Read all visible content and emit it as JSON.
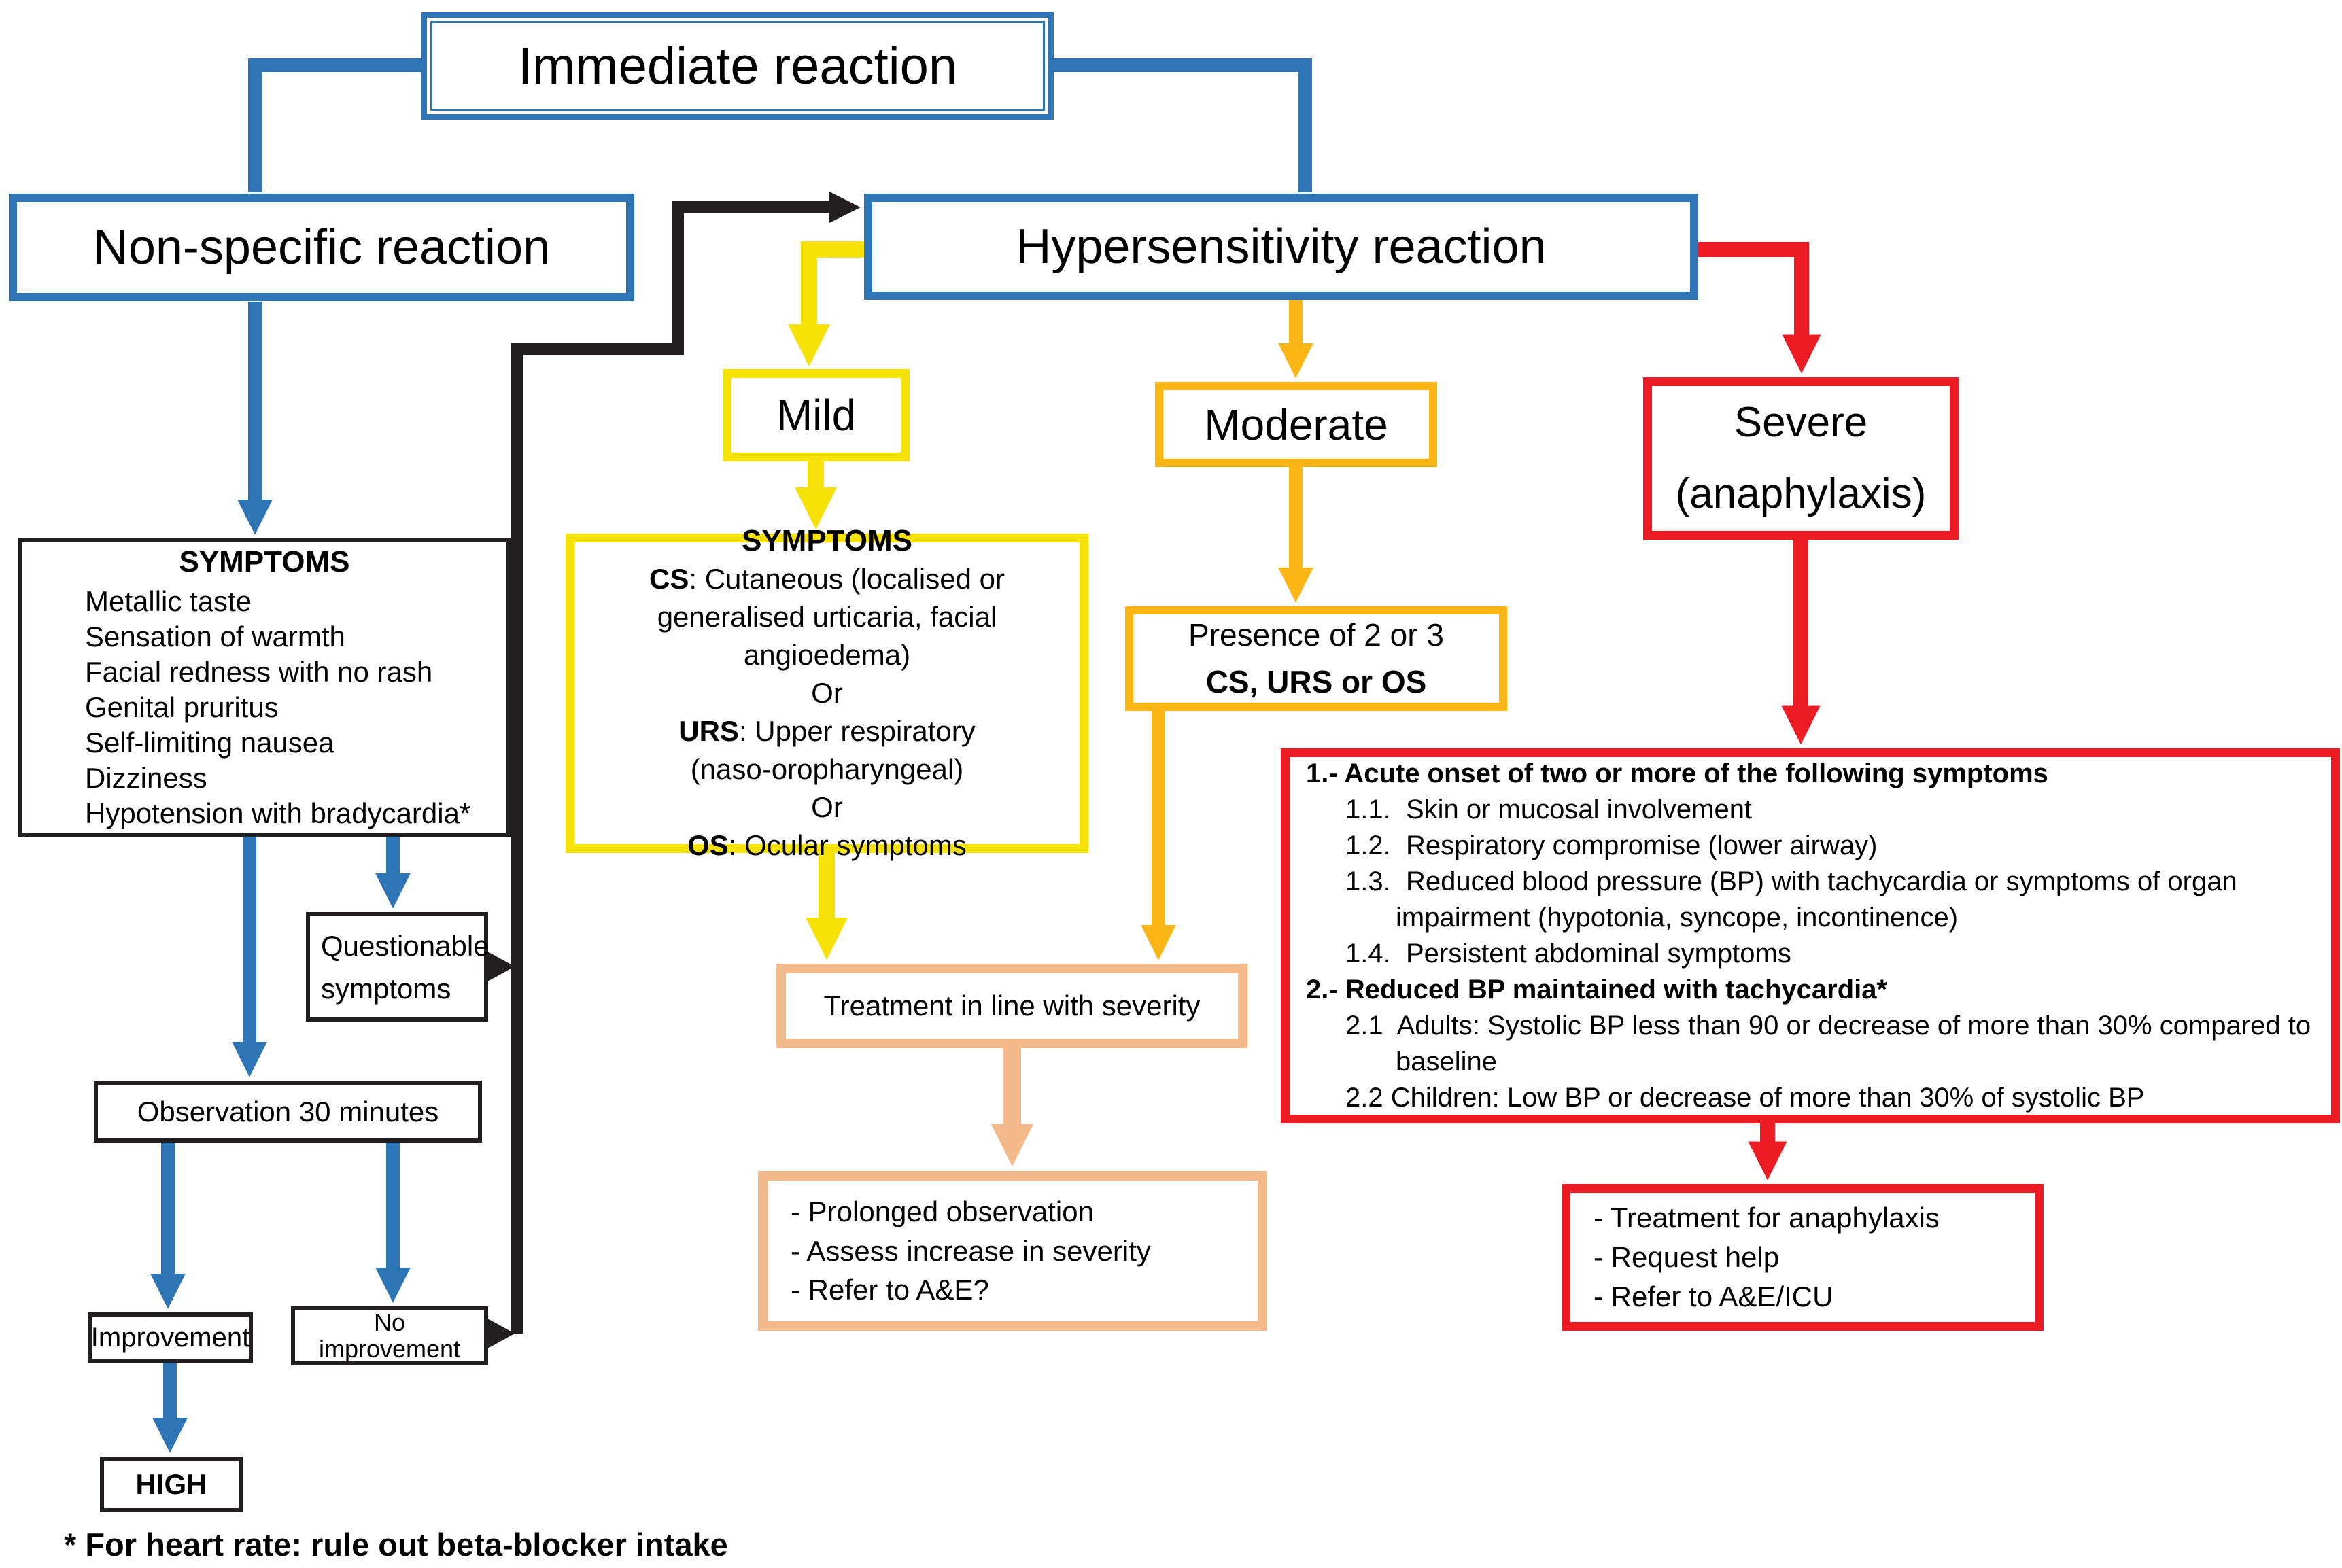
{
  "diagram": {
    "colors": {
      "blue": "#2E75B6",
      "yellow": "#F7E205",
      "orange": "#FBB515",
      "red": "#ED1C24",
      "peach": "#F5BA8B",
      "black": "#231F20"
    },
    "nodes": {
      "immediate": {
        "label": "Immediate reaction"
      },
      "non_specific": {
        "label": "Non-specific reaction"
      },
      "hypersensitivity": {
        "label": "Hypersensitivity reaction"
      },
      "mild": {
        "label": "Mild"
      },
      "moderate": {
        "label": "Moderate"
      },
      "severe": {
        "line1": "Severe",
        "line2": "(anaphylaxis)"
      },
      "symptoms_non_specific": {
        "title": "SYMPTOMS",
        "items": [
          "Metallic taste",
          "Sensation of warmth",
          "Facial redness with no rash",
          "Genital pruritus",
          "Self-limiting nausea",
          "Dizziness",
          "Hypotension with bradycardia*"
        ]
      },
      "symptoms_mild": {
        "title": "SYMPTOMS",
        "lines": [
          {
            "bold": "CS",
            "text": ": Cutaneous (localised or"
          },
          {
            "bold": "",
            "text": "generalised urticaria, facial angioedema)"
          },
          {
            "bold": "",
            "text": "Or"
          },
          {
            "bold": "URS",
            "text": ": Upper respiratory"
          },
          {
            "bold": "",
            "text": "(naso-oropharyngeal)"
          },
          {
            "bold": "",
            "text": "Or"
          },
          {
            "bold": "OS",
            "text": ": Ocular symptoms"
          }
        ]
      },
      "presence": {
        "line1": "Presence of 2 or 3",
        "line2": "CS, URS or OS"
      },
      "severe_criteria": {
        "lines": [
          {
            "text": "1.- Acute onset of two or more of the following symptoms"
          },
          {
            "text": "1.1.  Skin or mucosal involvement"
          },
          {
            "text": "1.2.  Respiratory compromise (lower airway)"
          },
          {
            "text": "1.3.  Reduced blood pressure (BP) with tachycardia or symptoms of organ"
          },
          {
            "text": "impairment (hypotonia, syncope, incontinence)"
          },
          {
            "text": "1.4.  Persistent abdominal symptoms"
          },
          {
            "text": "2.- Reduced BP maintained with tachycardia*"
          },
          {
            "text": "2.1  Adults: Systolic BP less than 90 or decrease of more than 30% compared to"
          },
          {
            "text": "baseline"
          },
          {
            "text": "2.2 Children: Low BP or decrease of more than 30% of systolic BP"
          }
        ]
      },
      "questionable": {
        "line1": "Questionable",
        "line2": "symptoms"
      },
      "observation": {
        "label": "Observation 30 minutes"
      },
      "treatment_severity": {
        "label": "Treatment in line with severity"
      },
      "prolonged": {
        "items": [
          "- Prolonged observation",
          "- Assess increase in severity",
          "- Refer to A&E?"
        ]
      },
      "anaphylaxis_treatment": {
        "items": [
          "- Treatment for anaphylaxis",
          "- Request help",
          "- Refer to A&E/ICU"
        ]
      },
      "improvement": {
        "label": "Improvement"
      },
      "no_improvement": {
        "line1": "No",
        "line2": "improvement"
      },
      "high": {
        "label": "HIGH"
      }
    },
    "footnote": "* For heart rate: rule out beta-blocker intake"
  }
}
